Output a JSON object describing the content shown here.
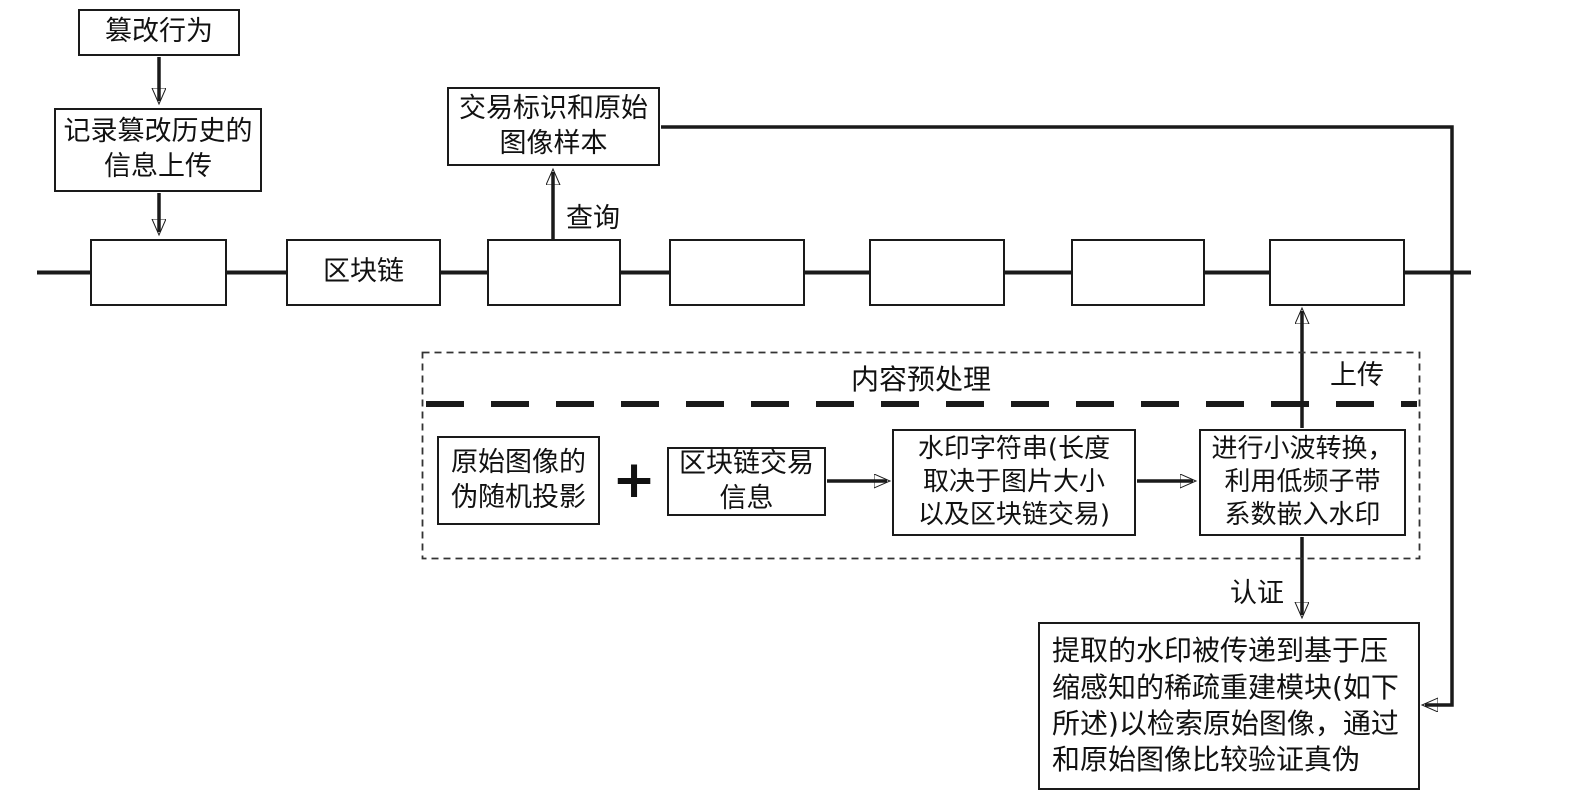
{
  "colors": {
    "line": "#1a1a1a",
    "background": "#ffffff"
  },
  "flow": {
    "tamper": "篡改行为",
    "record": "记录篡改历史的\n信息上传",
    "tx_sample": "交易标识和原始\n图像样本",
    "query_label": "查询",
    "upload_label": "上传",
    "auth_label": "认证",
    "verify": "提取的水印被传递到基于压\n缩感知的稀疏重建模块(如下\n所述)以检索原始图像，通过\n和原始图像比较验证真伪"
  },
  "chain": {
    "blocks": [
      {
        "label": ""
      },
      {
        "label": "区块链"
      },
      {
        "label": ""
      },
      {
        "label": ""
      },
      {
        "label": ""
      },
      {
        "label": ""
      },
      {
        "label": ""
      }
    ]
  },
  "preprocess": {
    "title": "内容预处理",
    "projection": "原始图像的\n伪随机投影",
    "plus": "+",
    "tx_info": "区块链交易\n信息",
    "watermark": "水印字符串(长度\n取决于图片大小\n以及区块链交易)",
    "wavelet": "进行小波转换，\n利用低频子带\n系数嵌入水印"
  }
}
